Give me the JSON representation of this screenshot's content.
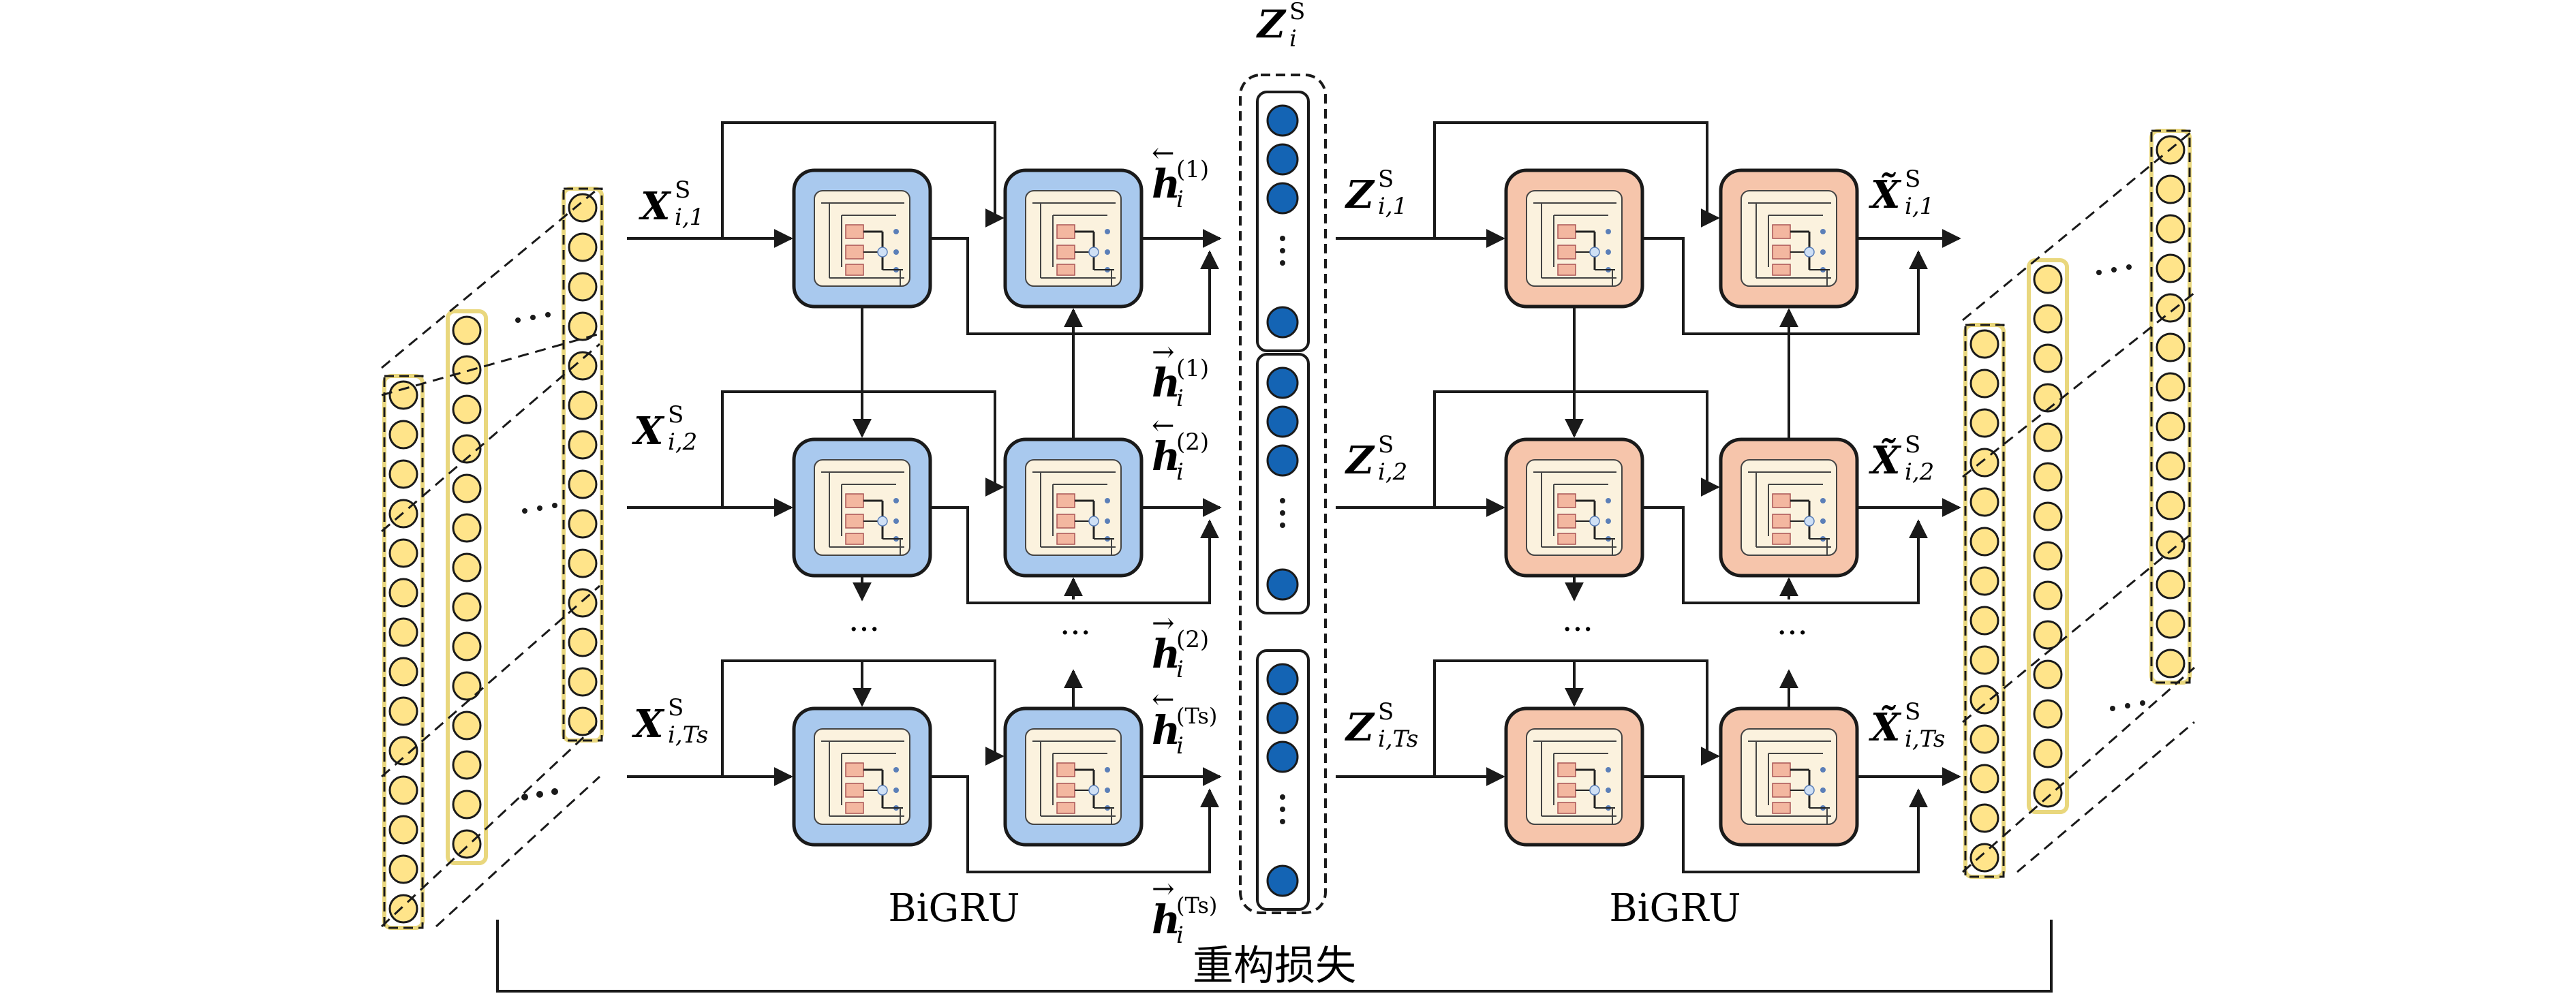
{
  "colors": {
    "encoder_fill": "#a9c9ee",
    "decoder_fill": "#f6c5ab",
    "node_fill": "#ffe48a",
    "latent_node_fill": "#1464b4",
    "outline": "#1a1a1a",
    "column_frame": "#e9d77d"
  },
  "labels": {
    "latent": {
      "base": "Z",
      "sub": "i",
      "sup": "S"
    },
    "inputs": [
      {
        "base": "X",
        "sub": "i,1",
        "sup": "S"
      },
      {
        "base": "X",
        "sub": "i,2",
        "sup": "S"
      },
      {
        "base": "X",
        "sub": "i,Ts",
        "sup": "S"
      }
    ],
    "latent_inputs": [
      {
        "base": "Z",
        "sub": "i,1",
        "sup": "S"
      },
      {
        "base": "Z",
        "sub": "i,2",
        "sup": "S"
      },
      {
        "base": "Z",
        "sub": "i,Ts",
        "sup": "S"
      }
    ],
    "outputs": [
      {
        "base": "X̃",
        "sub": "i,1",
        "sup": "S"
      },
      {
        "base": "X̃",
        "sub": "i,2",
        "sup": "S"
      },
      {
        "base": "X̃",
        "sub": "i,Ts",
        "sup": "S"
      }
    ],
    "backward_states": [
      {
        "base": "h",
        "sub": "i",
        "sup": "(1)",
        "arrow": "←"
      },
      {
        "base": "h",
        "sub": "i",
        "sup": "(2)",
        "arrow": "←"
      },
      {
        "base": "h",
        "sub": "i",
        "sup": "(Ts)",
        "arrow": "←"
      }
    ],
    "forward_states": [
      {
        "base": "h",
        "sub": "i",
        "sup": "(1)",
        "arrow": "→"
      },
      {
        "base": "h",
        "sub": "i",
        "sup": "(2)",
        "arrow": "→"
      },
      {
        "base": "h",
        "sub": "i",
        "sup": "(Ts)",
        "arrow": "→"
      }
    ],
    "encoder_name": "BiGRU",
    "decoder_name": "BiGRU",
    "loss": "重构损失",
    "ellipsis": "···",
    "vdots": "⋮"
  }
}
